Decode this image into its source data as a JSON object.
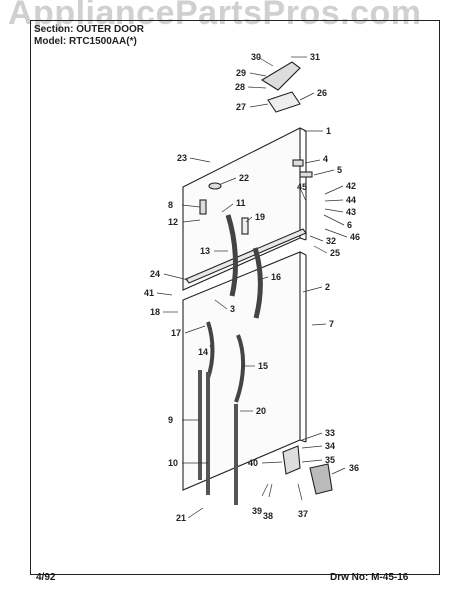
{
  "watermark": "AppliancePartsPros.com",
  "header": {
    "section_prefix": "Section:",
    "section_value": "OUTER DOOR",
    "model_prefix": "Model:",
    "model_value": "RTC1500AA(*)"
  },
  "footer": {
    "date": "4/92",
    "drawing_no": "Drw No: M-45-16"
  },
  "callouts": [
    "1",
    "2",
    "3",
    "4",
    "5",
    "6",
    "7",
    "8",
    "9",
    "10",
    "11",
    "12",
    "13",
    "14",
    "15",
    "16",
    "17",
    "18",
    "19",
    "20",
    "21",
    "22",
    "23",
    "24",
    "25",
    "26",
    "27",
    "28",
    "29",
    "30",
    "31",
    "32",
    "33",
    "34",
    "35",
    "36",
    "37",
    "38",
    "39",
    "40",
    "41",
    "42",
    "43",
    "44",
    "45",
    "46"
  ]
}
